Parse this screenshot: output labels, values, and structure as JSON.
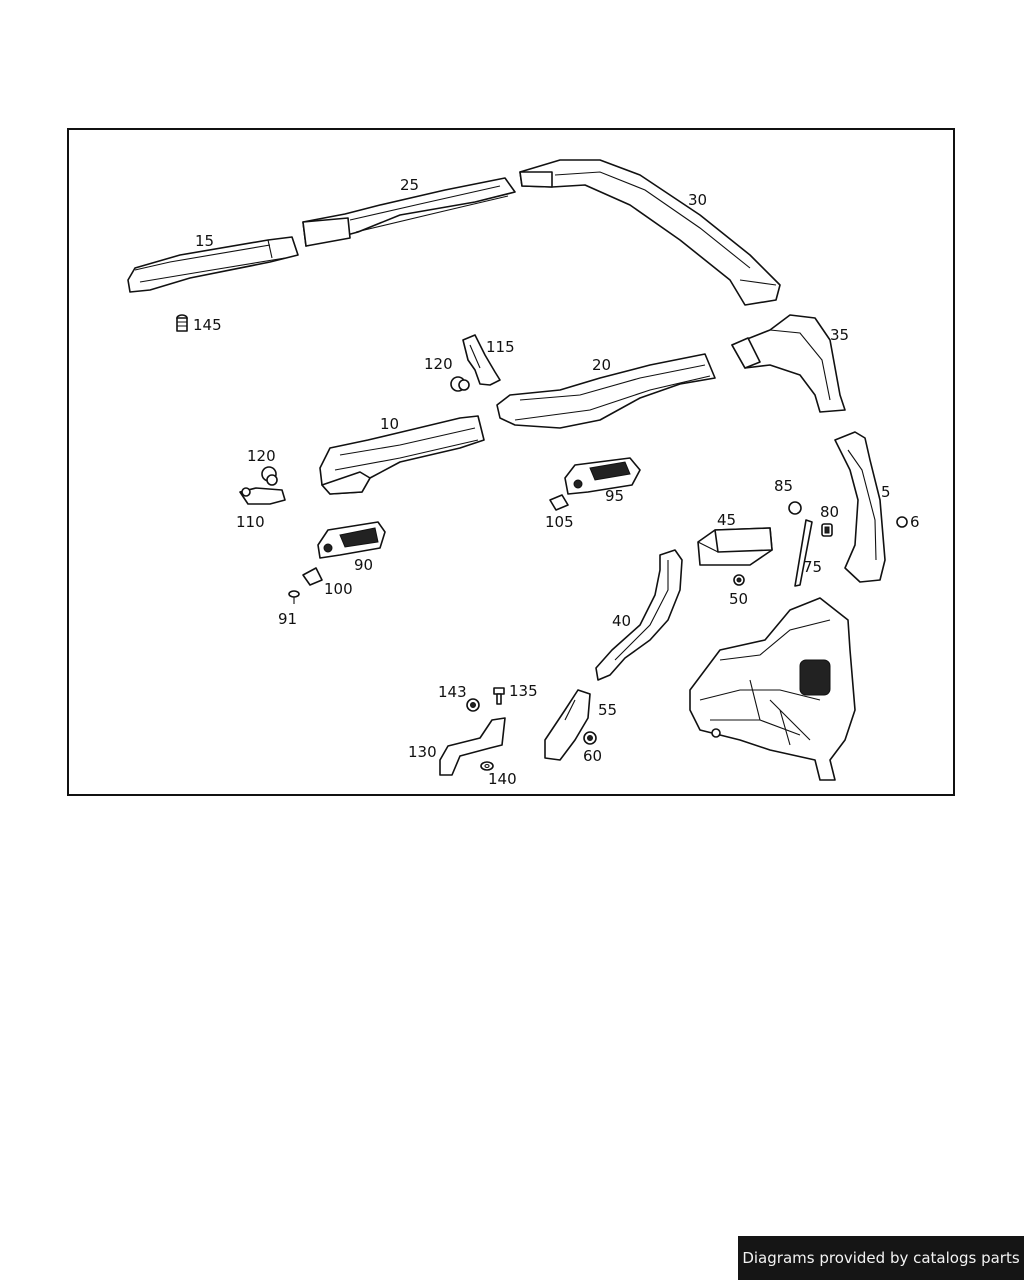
{
  "callouts": {
    "c15": "15",
    "c25": "25",
    "c30": "30",
    "c145": "145",
    "c35": "35",
    "c115": "115",
    "c120a": "120",
    "c20": "20",
    "c10": "10",
    "c120b": "120",
    "c110": "110",
    "c95": "95",
    "c105": "105",
    "c5": "5",
    "c6": "6",
    "c85": "85",
    "c80": "80",
    "c45": "45",
    "c75": "75",
    "c50": "50",
    "c90": "90",
    "c100": "100",
    "c91": "91",
    "c40": "40",
    "c143": "143",
    "c135": "135",
    "c55": "55",
    "c130": "130",
    "c60": "60",
    "c140": "140"
  },
  "footer": {
    "text": "Diagrams provided by catalogs parts"
  }
}
